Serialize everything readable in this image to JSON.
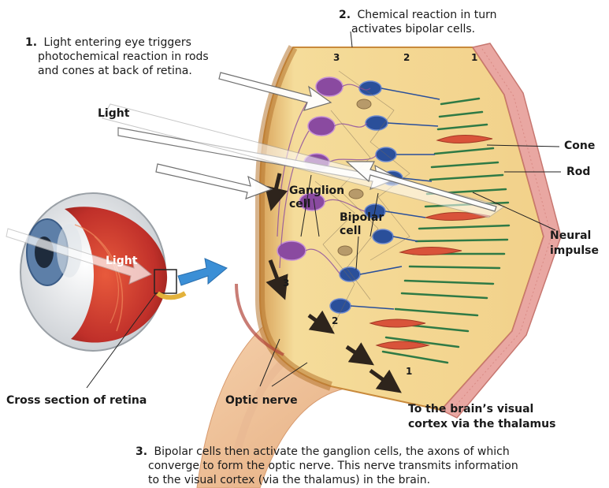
{
  "captions": {
    "step1": {
      "number": "1.",
      "lines": [
        "Light entering eye triggers",
        "photochemical reaction in rods",
        "and cones at back of retina."
      ]
    },
    "step2": {
      "number": "2.",
      "lines": [
        "Chemical reaction in turn",
        "activates bipolar cells."
      ]
    },
    "step3": {
      "number": "3.",
      "lines": [
        "Bipolar cells then activate the ganglion cells, the axons of which",
        "converge to form the optic nerve. This nerve transmits information",
        "to the visual cortex (via the thalamus) in the brain."
      ]
    }
  },
  "layer_numbers": {
    "top": [
      "3",
      "2",
      "1"
    ],
    "bottom": [
      "3",
      "2",
      "1"
    ]
  },
  "labels": {
    "light_top": "Light",
    "light_eye": "Light",
    "cone": "Cone",
    "rod": "Rod",
    "neural_impulse": [
      "Neural",
      "impulse"
    ],
    "ganglion_cell": [
      "Ganglion",
      "cell"
    ],
    "bipolar_cell": [
      "Bipolar",
      "cell"
    ],
    "cross_section": "Cross section of retina",
    "optic_nerve": "Optic nerve",
    "brain": [
      "To the brain’s visual",
      "cortex via the thalamus"
    ]
  },
  "colors": {
    "retina_fill": "#f3d58d",
    "retina_edge": "#c98a3c",
    "pigment_layer": "#e9a7a2",
    "ganglion": "#8a4aa0",
    "bipolar": "#2a4f9a",
    "cone": "#d9533a",
    "rod": "#2f7a45",
    "arrow_dark": "#3a2a1e",
    "pointer_blue": "#3b8fd6",
    "eye_red": "#c0302a"
  }
}
